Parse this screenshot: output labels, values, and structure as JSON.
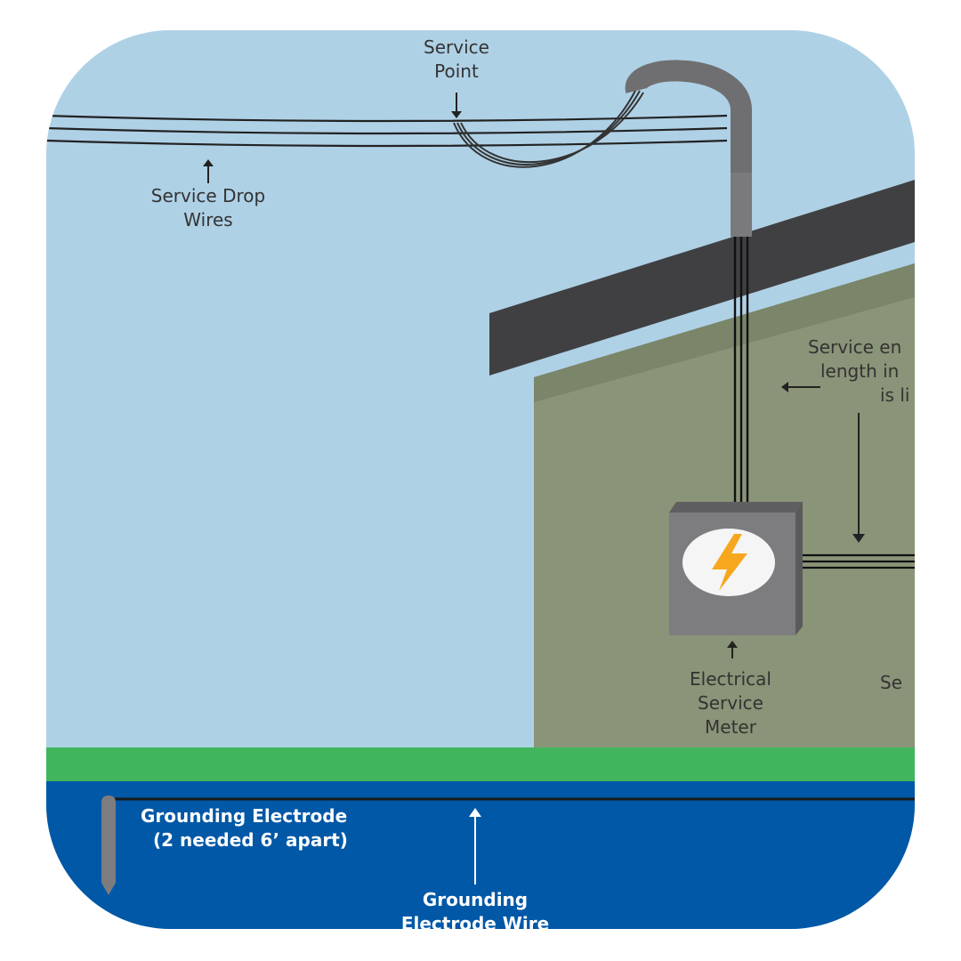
{
  "labels": {
    "service_point": [
      "Service",
      "Point"
    ],
    "service_drop": [
      "Service Drop",
      "Wires"
    ],
    "service_entrance": [
      "Service en",
      "length in",
      "is li"
    ],
    "meter": [
      "Electrical",
      "Service",
      "Meter"
    ],
    "service_right": "Se",
    "grounding_electrode": [
      "Grounding Electrode",
      "(2 needed 6’ apart)"
    ],
    "grounding_wire": [
      "Grounding",
      "Electrode Wire"
    ]
  },
  "colors": {
    "sky": "#afd1e6",
    "wall": "#8a9478",
    "roof": "#404042",
    "grass": "#41b55d",
    "ground": "#0058a6",
    "meter_box": "#7d7d7f",
    "lightning": "#f6a71e"
  },
  "icons": {
    "meter_symbol": "lightning-bolt-icon"
  }
}
